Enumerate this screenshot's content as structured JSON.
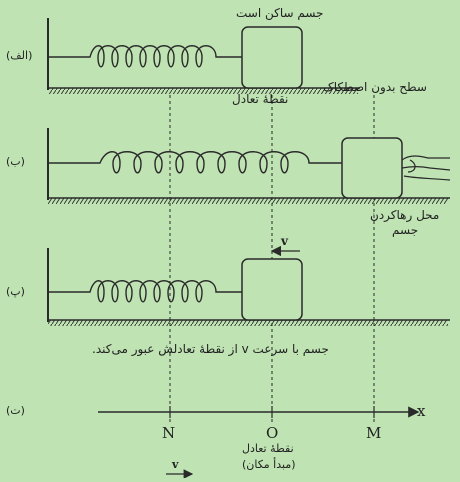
{
  "panels": {
    "a": {
      "label": "(الف)",
      "body_note": "جسم ساکن است",
      "eq_note": "نقطهٔ تعادل",
      "surface_note": "سطح بدون اصطکاک"
    },
    "b": {
      "label": "(ب)",
      "release_note_1": "محل رهاکردن",
      "release_note_2": "جسم"
    },
    "p": {
      "label": "(پ)",
      "velocity": "v",
      "caption": "جسم با سرعت v از نقطهٔ تعادلش عبور می‌کند."
    },
    "t": {
      "label": "(ت)",
      "axis": "x",
      "points": [
        "N",
        "O",
        "M"
      ],
      "origin_note_1": "نقطهٔ تعادل",
      "origin_note_2": "(مبدأ مکان)"
    },
    "bottom": {
      "velocity": "v"
    }
  },
  "colors": {
    "background": "#bfe3b3",
    "ink": "#2a2a2a"
  }
}
